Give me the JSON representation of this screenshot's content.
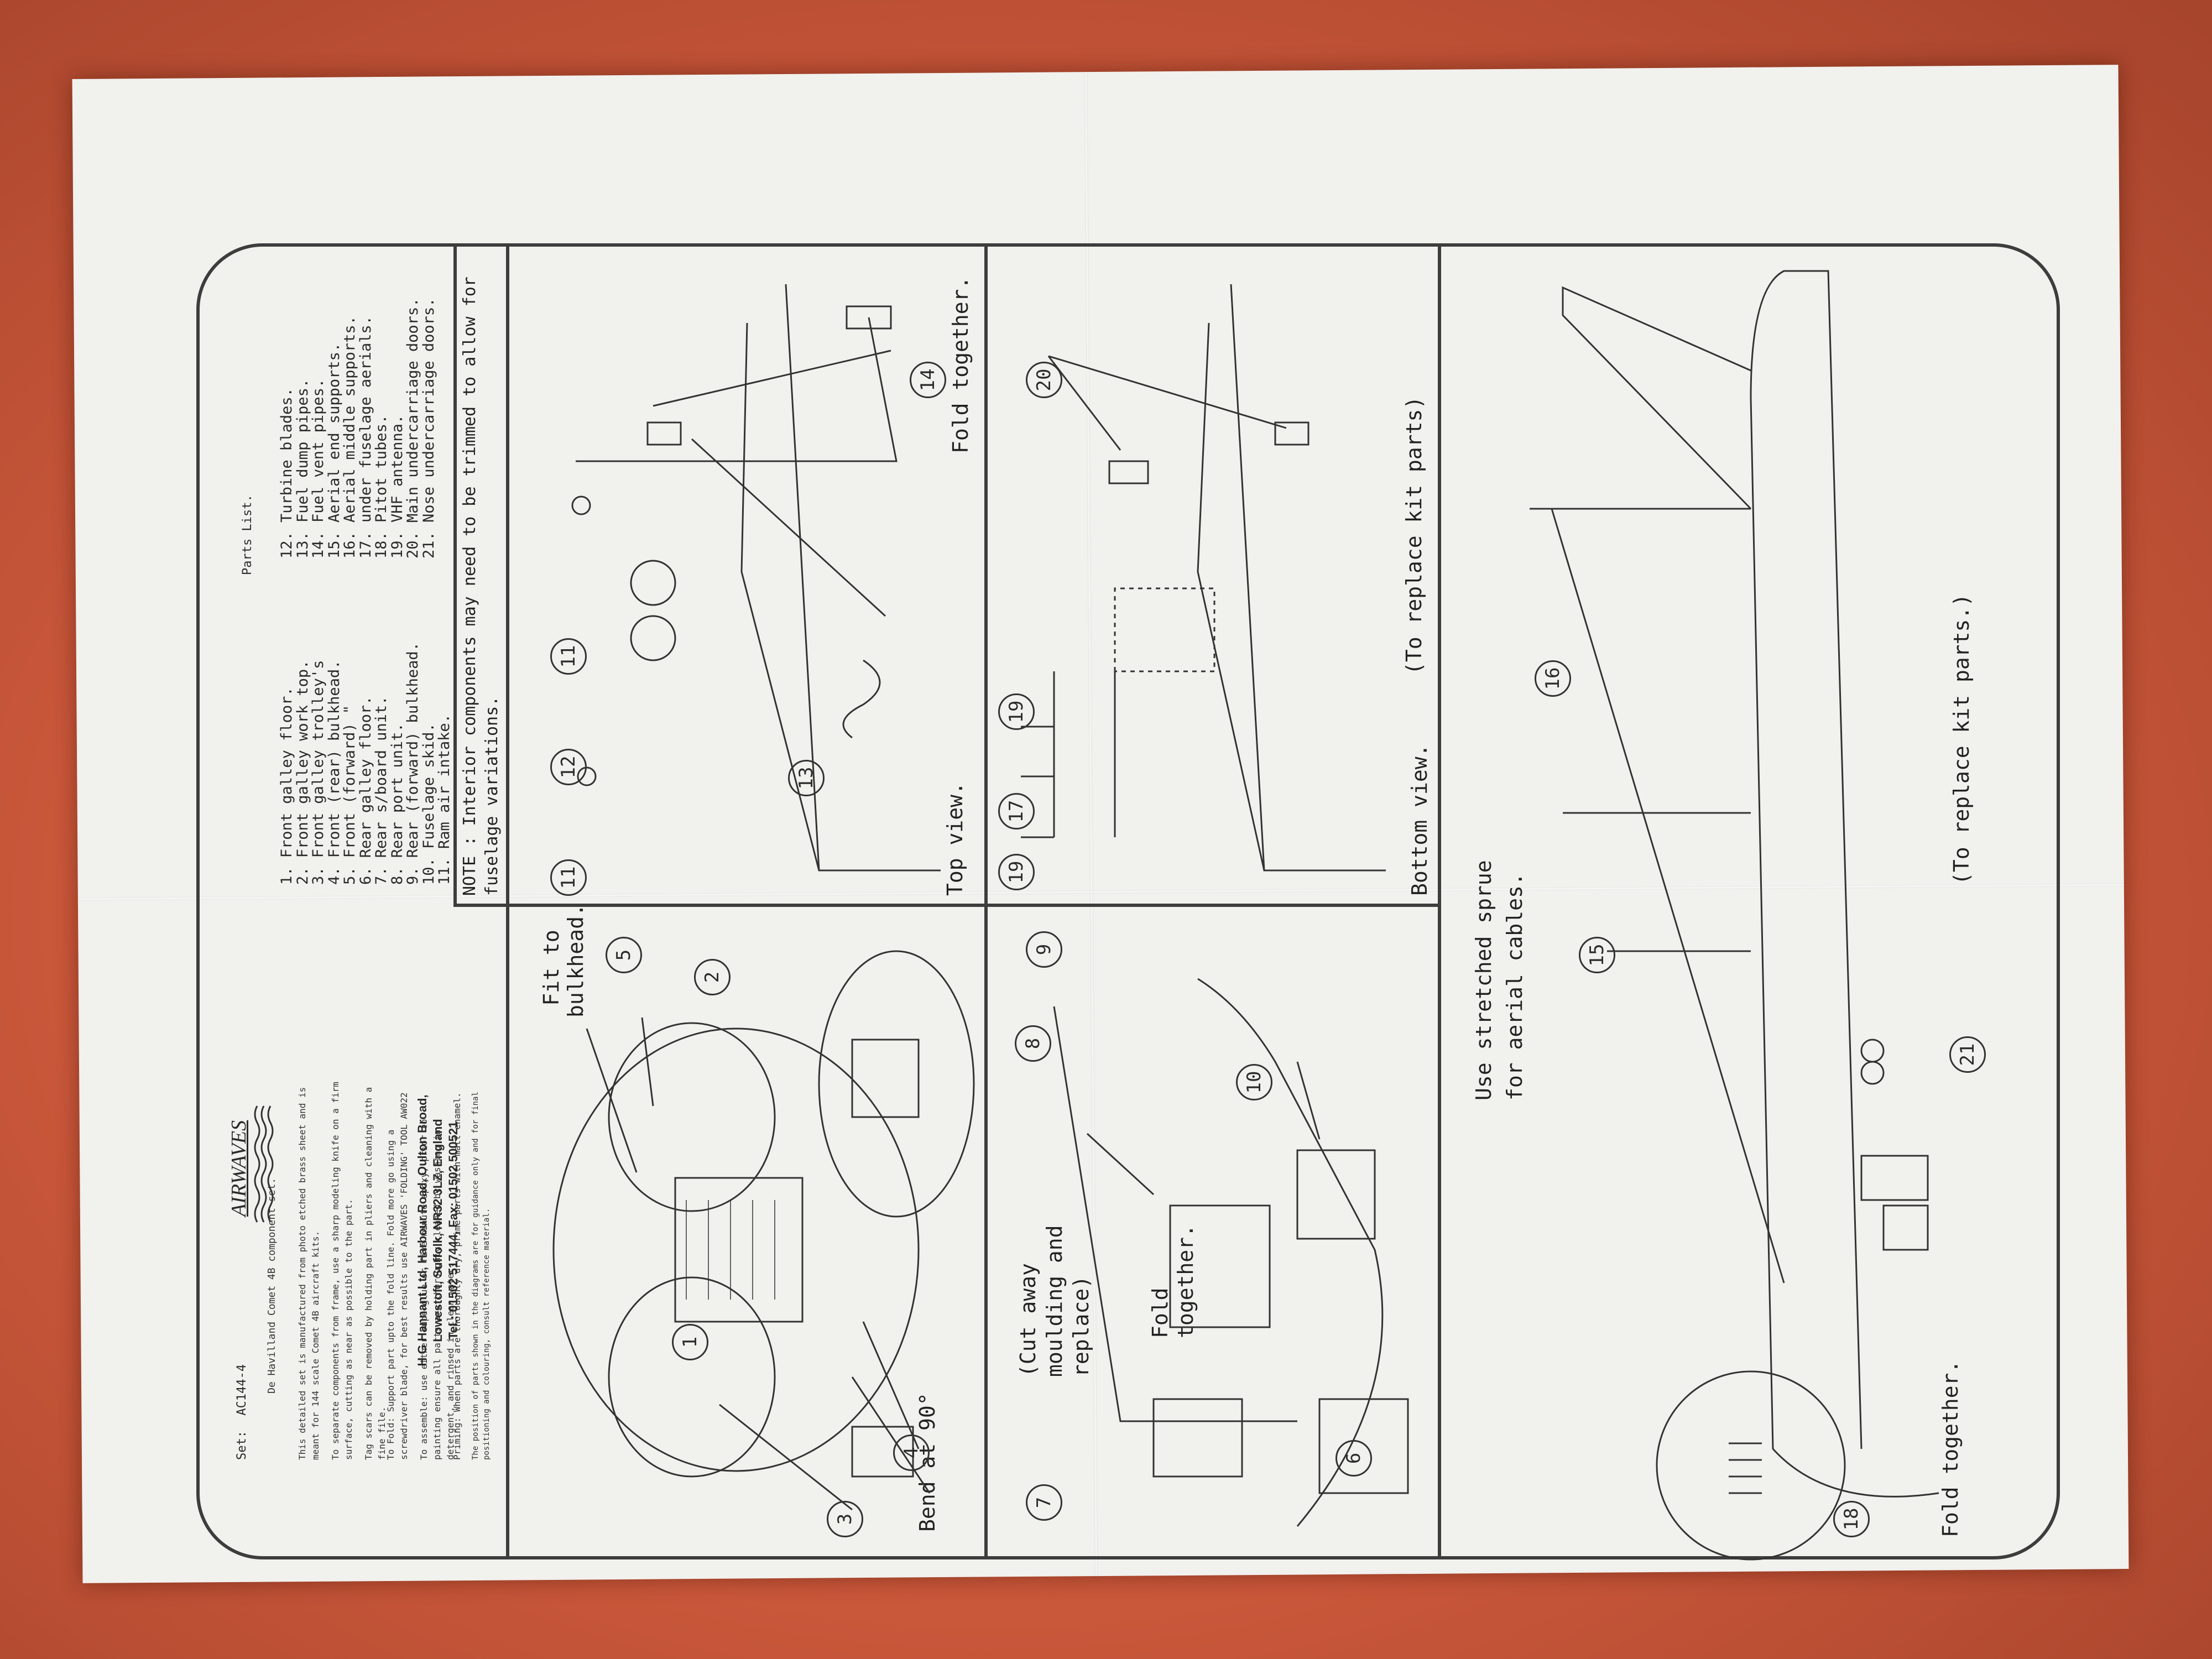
{
  "sheet": {
    "set_label": "Set:",
    "set_code": "AC144-4",
    "brand": "AIRWAVES",
    "subtitle": "De Havilland Comet 4B component set.",
    "intro": "This detailed set is manufactured from photo etched brass sheet and is meant for 144 scale Comet 4B aircraft kits.",
    "instructions": [
      "To separate components from frame, use a sharp modeling knife on a firm surface, cutting as near as possible to the part.",
      "Tag scars can be removed by holding part in pliers and cleaning with a fine file.",
      "To Fold: Support part upto the fold line. Fold more go using a screwdriver blade, for best results use AIRWAVES 'FOLDING' TOOL AW022",
      "To assemble: use either superglue or five minute epoxy, prior to painting ensure all parts are thoroughly cleaned by washing in detergent, and rinsed in clean water.",
      "Priming: When parts are thoroughly dry, prime parts with matt enamel.",
      "The position of parts shown in the diagrams are for guidance only and for final positioning and colouring, consult reference material."
    ],
    "company": [
      "H G Hannant Ltd, Harbour Road, Oulton Broad,",
      "Lowestoft, Suffolk, NR32 3LZ, England",
      "Tel.: 01502 517444, Fax: 01502 500521"
    ],
    "parts_title": "Parts List.",
    "parts_left": [
      "1.  Front galley floor.",
      "2.  Front galley work top.",
      "3.  Front galley trolley's",
      "4.  Front (rear) bulkhead.",
      "5.  Front (forward)   \"",
      "6.  Rear galley floor.",
      "7.  Rear s/board unit.",
      "8.  Rear port unit.",
      "9.  Rear (forward) bulkhead.",
      "10. Fuselage skid.",
      "11. Ram air intake."
    ],
    "parts_right": [
      "12. Turbine blades.",
      "13. Fuel dump pipes.",
      "14. Fuel vent pipes.",
      "15. Aerial end supports.",
      "16. Aerial middle supports.",
      "17. under fuselage aerials.",
      "18. Pitot tubes.",
      "19. VHF antenna.",
      "20. Main undercarriage doors.",
      "21. Nose undercarriage doors."
    ],
    "note": "NOTE : Interior components may need to be trimmed to allow for fuselage variations.",
    "panels": {
      "galley_front": {
        "bend": "Bend at 90°",
        "fit": "Fit to bulkhead."
      },
      "galley_rear": {
        "cut": "(Cut away moulding and replace)",
        "fold": "Fold together."
      },
      "top_view": {
        "title": "Top view.",
        "fold": "Fold together."
      },
      "bottom_view": {
        "title": "Bottom view.",
        "replace": "(To replace kit parts)"
      },
      "side_view": {
        "sprue": "Use stretched sprue for aerial cables.",
        "replace": "(To replace kit parts.)",
        "fold": "Fold together."
      }
    },
    "callouts": [
      "1",
      "2",
      "3",
      "4",
      "5",
      "6",
      "7",
      "8",
      "9",
      "10",
      "11",
      "12",
      "13",
      "14",
      "15",
      "16",
      "17",
      "18",
      "19",
      "20",
      "21"
    ]
  }
}
